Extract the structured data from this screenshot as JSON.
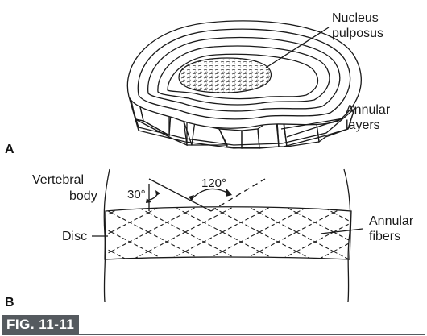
{
  "panel_a": {
    "letter": "A",
    "labels": {
      "nucleus_line1": "Nucleus",
      "nucleus_line2": "pulposus",
      "annular_layers_line1": "Annular",
      "annular_layers_line2": "layers"
    }
  },
  "panel_b": {
    "letter": "B",
    "labels": {
      "vertebral_line1": "Vertebral",
      "vertebral_line2": "body",
      "disc": "Disc",
      "annular_fibers_line1": "Annular",
      "annular_fibers_line2": "fibers"
    },
    "angles": {
      "angle_30": "30°",
      "angle_120": "120°"
    }
  },
  "caption": {
    "label": "FIG. 11-11"
  },
  "colors": {
    "ink": "#1a1a1a",
    "caption_bg": "#555a5f",
    "caption_text": "#ffffff"
  }
}
